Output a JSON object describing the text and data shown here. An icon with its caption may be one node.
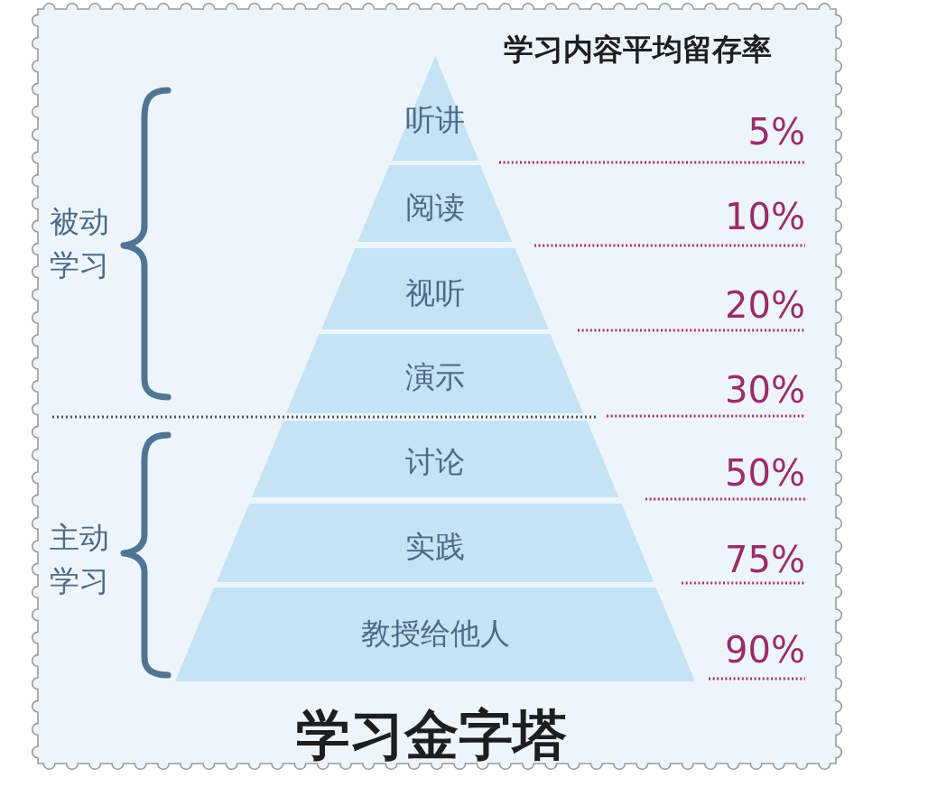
{
  "diagram": {
    "title": "学习金字塔",
    "nodes": [
      {
        "text": [
          "听讲"
        ]
      },
      {
        "text": [
          "阅读"
        ]
      },
      {
        "text": [
          "视听"
        ]
      },
      {
        "text": [
          "演示"
        ]
      },
      {
        "text": [
          "讨论"
        ]
      },
      {
        "text": [
          "实践"
        ]
      },
      {
        "text": [
          "教授给他人"
        ]
      }
    ],
    "labels": [
      "学习内容平均留存率",
      "5%",
      "被动学习",
      "10%",
      "20%",
      "30%",
      "50%",
      "主动学习",
      "75%",
      "90%"
    ]
  }
}
